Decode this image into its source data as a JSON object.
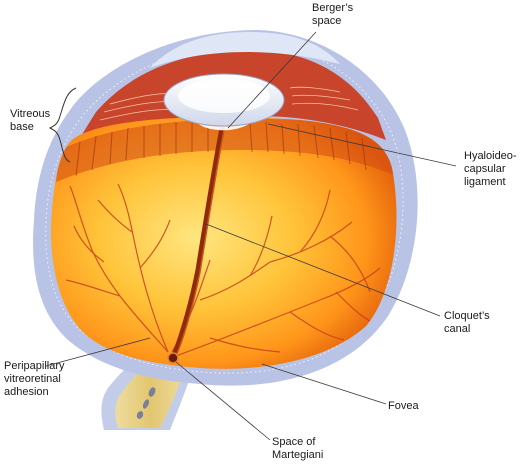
{
  "labels": {
    "bergers_space": [
      "Berger’s",
      "space"
    ],
    "vitreous_base": [
      "Vitreous",
      "base"
    ],
    "hyaloideocapsular_ligament": [
      "Hyaloideo-",
      "capsular",
      "ligament"
    ],
    "cloquets_canal": [
      "Cloquet’s",
      "canal"
    ],
    "peripapillary_adhesion": [
      "Peripapillary",
      "vitreoretinal",
      "adhesion"
    ],
    "fovea": [
      "Fovea"
    ],
    "space_of_martegiani": [
      "Space of",
      "Martegiani"
    ]
  },
  "colors": {
    "sclera": "#b9c3e6",
    "vitreous_light": "#ffe27a",
    "vitreous_mid": "#ffae22",
    "vitreous_dark": "#e55a08",
    "vessel": "#c9401a",
    "ciliary": "#c8452c",
    "lens": "#e6ebf5",
    "optic_nerve": "#e6cf86",
    "leader_line": "#3a3a3a"
  }
}
